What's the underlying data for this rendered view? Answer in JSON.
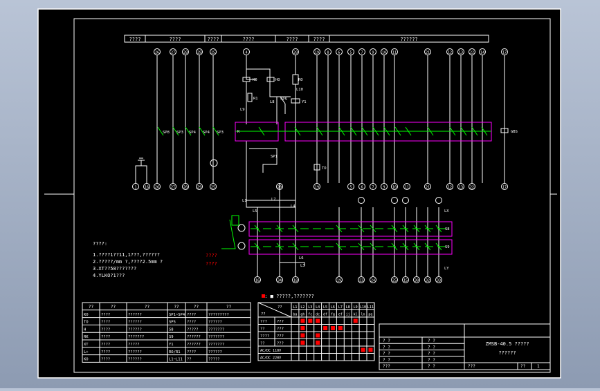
{
  "colors": {
    "background": "#000000",
    "frame": "#ffffff",
    "wire": "#ffffff",
    "contact": "#00ff00",
    "terminal_block": "#ff00ff",
    "marker_red": "#ff0000",
    "surround": "#9aa6bb"
  },
  "header_cells": [
    "????",
    "????",
    "????",
    "????",
    "????",
    "????",
    "??????"
  ],
  "top_nodes": [
    "26",
    "27",
    "28",
    "29",
    "25",
    "4",
    "20",
    "19",
    "8",
    "6",
    "5",
    "7",
    "9",
    "10",
    "11",
    "21",
    "12",
    "13",
    "22",
    "14",
    "17"
  ],
  "bottom_nodes": [
    "1",
    "16",
    "26",
    "27",
    "28",
    "29",
    "25",
    "20",
    "19",
    "5",
    "6",
    "7",
    "9",
    "10",
    "11",
    "21",
    "12",
    "13",
    "22",
    "17"
  ],
  "contact_labels": {
    "sp_group": [
      "SP8",
      "SP3",
      "SP4",
      "SP4",
      "SP3"
    ],
    "k": "K",
    "gbs": "GBS",
    "ko": "KO",
    "ho": "HO",
    "ro": "RO",
    "r1": "R1",
    "l9": "L9",
    "l8": "L8",
    "l10": "L10",
    "sp5": "SP5",
    "y1": "Y1",
    "to": "TO",
    "sp1": "SP1",
    "l1": "L1",
    "l7": "L7",
    "l4": "L4",
    "l5": "L5",
    "l6": "L6",
    "l3": "L3",
    "s8": "S8",
    "s9": "S9",
    "lx": "LX",
    "ly": "LY"
  },
  "lower_nodes": [
    "16",
    "18",
    "19",
    "23",
    "24",
    "25",
    "15",
    "30",
    "32",
    "33",
    "34"
  ],
  "red_labels": [
    "????",
    "????"
  ],
  "notes": {
    "title": "????:",
    "lines": [
      "1.????1??11,1???,??????",
      "2.?????/mm ?,????2.5mm ?",
      "3.XT??58???????",
      "4.YLKO?1???"
    ]
  },
  "legend": {
    "headers": [
      "??",
      "??",
      "??",
      "??",
      "??",
      "??"
    ],
    "rows": [
      [
        "KO",
        "????",
        "??????",
        "SP1~SP4",
        "????",
        "?????????"
      ],
      [
        "TO",
        "????",
        "??????",
        "SP5",
        "????",
        "??????"
      ],
      [
        "H",
        "????",
        "??????",
        "S8",
        "?????",
        "???????"
      ],
      [
        "RK",
        "????",
        "???????",
        "S9",
        "??????",
        "???????"
      ],
      [
        "XT",
        "????",
        "?????",
        "Y1",
        "??????",
        "???????"
      ],
      [
        "L+",
        "????",
        "??????",
        "RO/R1",
        "????",
        "??????"
      ],
      [
        "KO",
        "????",
        "??????",
        "L1~L11",
        "??",
        "?????"
      ]
    ]
  },
  "matrix_note": "?: ■ ?????,???????",
  "matrix": {
    "col_headers": [
      "L1",
      "L2",
      "L3",
      "L4",
      "L5",
      "L6",
      "L7",
      "L8",
      "L9",
      "L10",
      "L11"
    ],
    "sub_headers": [
      "ba",
      "gh",
      "fc",
      "dc",
      "df",
      "fg",
      "ef",
      "ij",
      "kl",
      "ln",
      "pq"
    ],
    "corner_top": "??",
    "corner_bottom": "??",
    "rows": [
      {
        "a": "???",
        "b": "???",
        "marks": [
          0,
          1,
          1,
          1,
          0,
          0,
          0,
          0,
          1,
          0,
          0
        ]
      },
      {
        "a": "??",
        "b": "???",
        "marks": [
          0,
          1,
          0,
          0,
          1,
          1,
          1,
          0,
          0,
          0,
          0
        ]
      },
      {
        "a": "????",
        "b": "???",
        "marks": [
          0,
          1,
          0,
          1,
          0,
          0,
          0,
          0,
          0,
          0,
          0
        ]
      },
      {
        "a": "??",
        "b": "???",
        "marks": [
          0,
          1,
          0,
          1,
          0,
          0,
          0,
          0,
          0,
          0,
          0
        ]
      },
      {
        "a": "AC/DC 110V",
        "b": "",
        "marks": [
          0,
          0,
          0,
          0,
          0,
          0,
          0,
          0,
          0,
          1,
          1
        ]
      },
      {
        "a": "AC/DC 220V",
        "b": "",
        "marks": [
          0,
          0,
          0,
          0,
          0,
          0,
          0,
          0,
          0,
          0,
          0
        ]
      }
    ]
  },
  "title_block": {
    "drawing_title": "ZMSB-40.5 ?????",
    "drawing_subtitle": "??????",
    "left_cells": [
      "? ?",
      "? ?",
      "? ?",
      "? ?",
      "???"
    ],
    "mid_cells": [
      "? ?",
      "? ?",
      "? ?",
      "? ?",
      "? ?"
    ],
    "footer_a": "???",
    "footer_b": "??",
    "footer_c": "1"
  }
}
